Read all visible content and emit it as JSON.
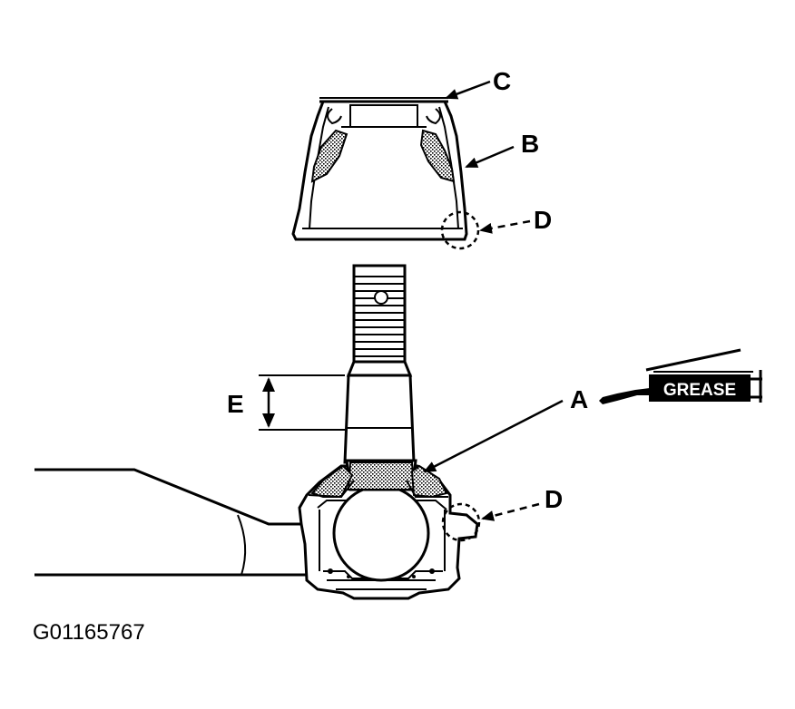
{
  "labels": {
    "a": "A",
    "b": "B",
    "c": "C",
    "d_top": "D",
    "d_bottom": "D",
    "e": "E"
  },
  "grease_gun": {
    "label": "GREASE"
  },
  "figure_id": "G01165767",
  "colors": {
    "ink": "#000000",
    "paper": "#ffffff",
    "grease_fill": "#9a9a9a"
  }
}
